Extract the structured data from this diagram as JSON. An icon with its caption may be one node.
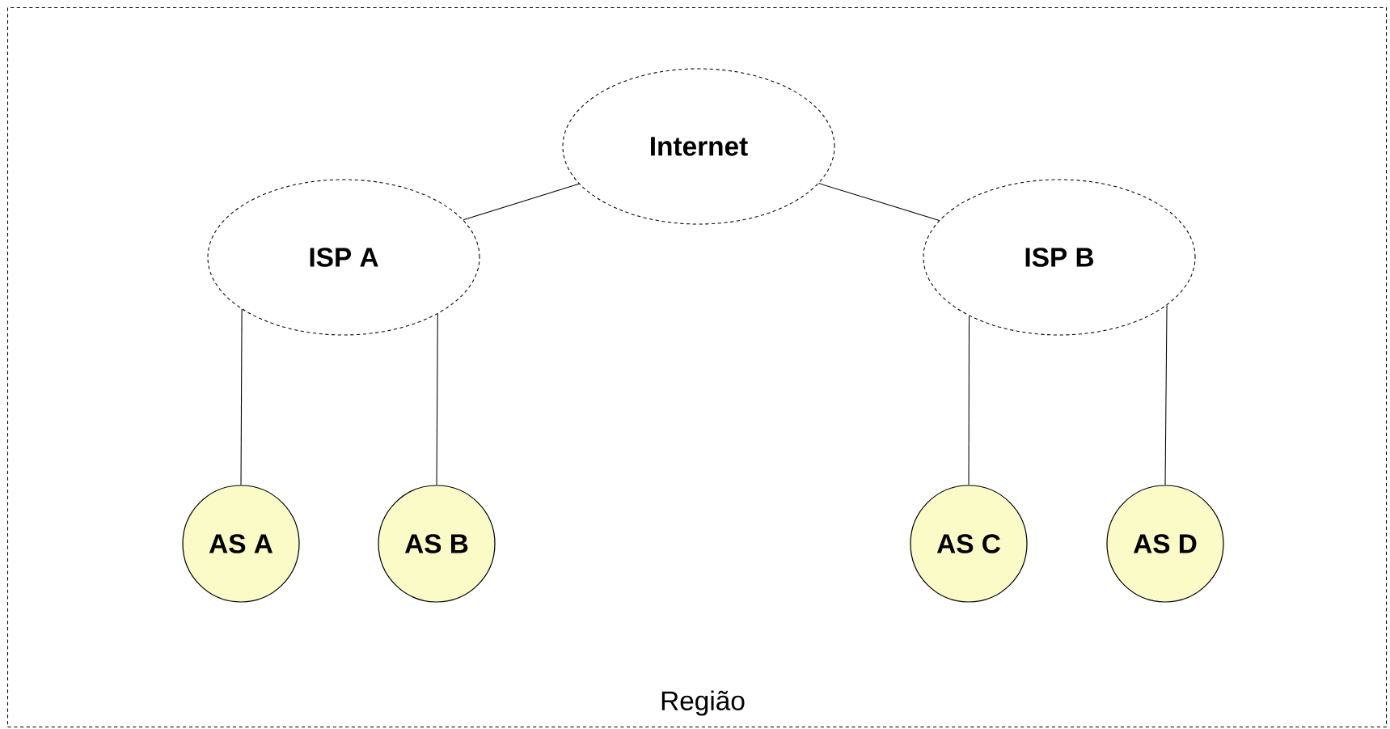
{
  "diagram": {
    "nodes": [
      {
        "text": [
          "Região"
        ]
      },
      {
        "text": [
          "Internet"
        ],
        "in": 0
      },
      {
        "text": [
          "ISP A"
        ],
        "in": 0
      },
      {
        "text": [
          "ISP B"
        ],
        "in": 0
      },
      {
        "text": [
          "AS A"
        ],
        "in": 0
      },
      {
        "text": [
          "AS B"
        ],
        "in": 0
      },
      {
        "text": [
          "AS C"
        ],
        "in": 0
      },
      {
        "text": [
          "AS D"
        ],
        "in": 0
      }
    ],
    "edges": [
      {
        "from": 1,
        "to": 2,
        "arrow": "none"
      },
      {
        "from": 1,
        "to": 3,
        "arrow": "none"
      },
      {
        "from": 2,
        "to": 4,
        "arrow": "none"
      },
      {
        "from": 2,
        "to": 5,
        "arrow": "none"
      },
      {
        "from": 3,
        "to": 6,
        "arrow": "none"
      },
      {
        "from": 3,
        "to": 7,
        "arrow": "none"
      }
    ]
  }
}
